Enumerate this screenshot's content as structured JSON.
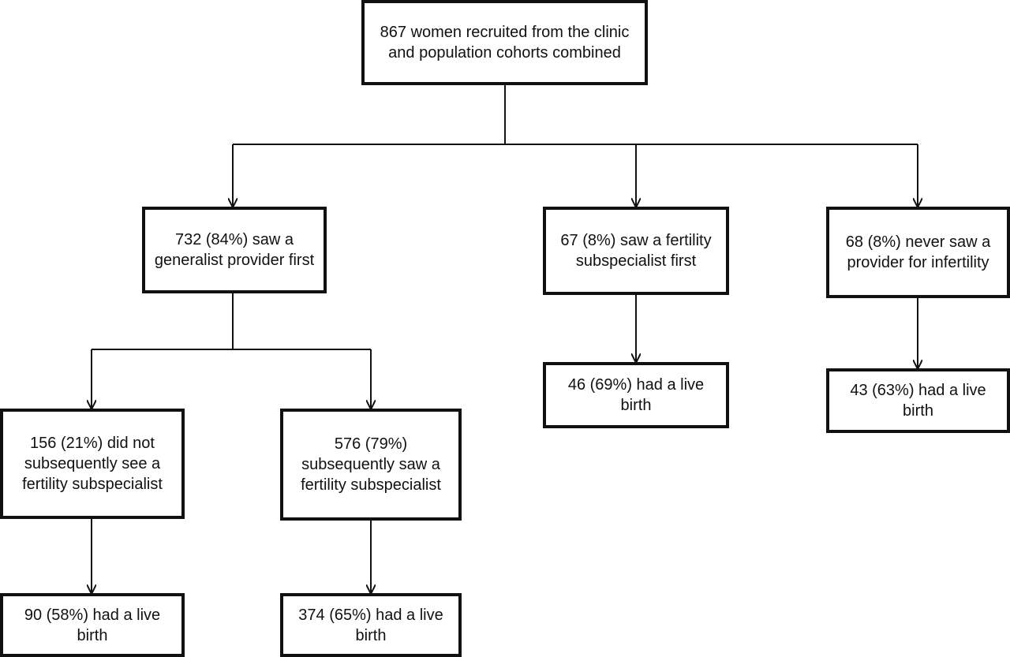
{
  "nodes": {
    "root": {
      "text": "867 women recruited from the clinic and population cohorts combined"
    },
    "generalist_first": {
      "text": "732 (84%) saw a generalist provider first"
    },
    "subspecialist_first": {
      "text": "67 (8%) saw a fertility subspecialist first"
    },
    "never_saw": {
      "text": "68 (8%) never saw a provider for infertility"
    },
    "no_subsequent_subspecialist": {
      "text": "156 (21%) did not subsequently see a fertility subspecialist"
    },
    "subsequent_subspecialist": {
      "text": "576 (79%) subsequently saw a fertility subspecialist"
    },
    "birth_subspecialist_first": {
      "text": "46 (69%) had a live birth"
    },
    "birth_never_saw": {
      "text": "43 (63%) had a live birth"
    },
    "birth_no_subsequent": {
      "text": "90 (58%) had a live birth"
    },
    "birth_subsequent": {
      "text": "374 (65%) had a live birth"
    }
  }
}
